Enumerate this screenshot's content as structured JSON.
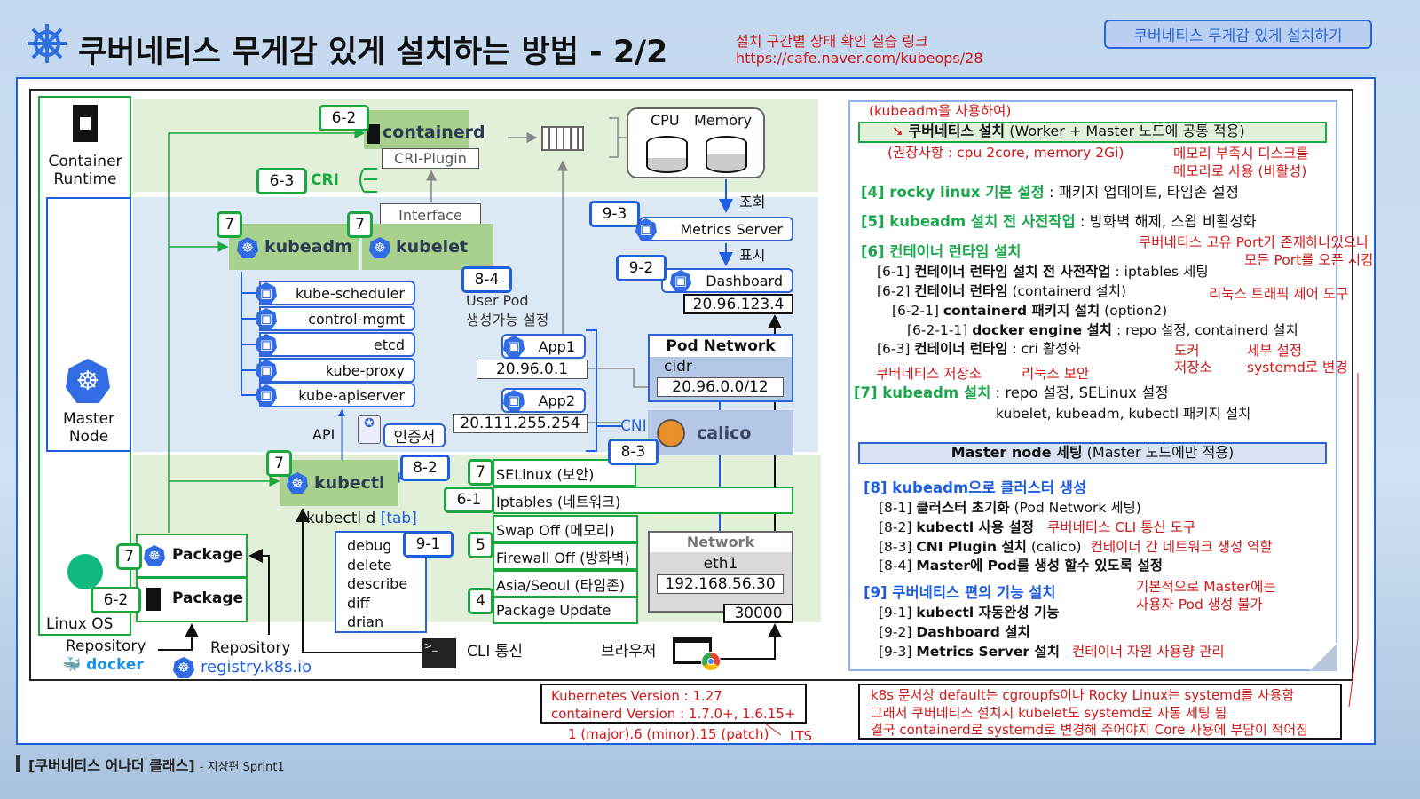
{
  "header": {
    "title": "쿠버네티스 무게감 있게 설치하는 방법 - 2/2",
    "link_label": "설치 구간별 상태 확인 실습 링크",
    "link_url": "https://cafe.naver.com/kubeops/28",
    "top_button": "쿠버네티스 무게감 있게 설치하기"
  },
  "left": {
    "container_runtime": "Container\nRuntime",
    "master_node": "Master\nNode",
    "linux_os": "Linux OS",
    "repo1": "Repository",
    "docker": "docker",
    "repo2": "Repository",
    "registry": "registry.k8s.io"
  },
  "badges": {
    "b62a": "6-2",
    "b63": "6-3",
    "b7a": "7",
    "b7b": "7",
    "b84": "8-4",
    "b93": "9-3",
    "b92": "9-2",
    "b82": "8-2",
    "b7c": "7",
    "b83": "8-3",
    "b7d": "7",
    "b61": "6-1",
    "b5": "5",
    "b4": "4",
    "b91": "9-1",
    "b7e": "7",
    "b62b": "6-2"
  },
  "diagram": {
    "containerd": "containerd",
    "cri_plugin": "CRI-Plugin",
    "cri": "CRI",
    "interface": "Interface",
    "kubeadm": "kubeadm",
    "kubelet": "kubelet",
    "components": [
      "kube-scheduler",
      "control-mgmt",
      "etcd",
      "kube-proxy",
      "kube-apiserver"
    ],
    "user_pod": "User Pod",
    "user_pod2": "생성가능 설정",
    "app1": "App1",
    "app1_ip": "20.96.0.1",
    "app2": "App2",
    "app2_ip": "20.111.255.254",
    "cni": "CNI",
    "cpu": "CPU",
    "memory": "Memory",
    "lookup": "조회",
    "metrics": "Metrics Server",
    "display": "표시",
    "dashboard": "Dashboard",
    "dashboard_ip": "20.96.123.4",
    "pod_network": "Pod Network",
    "cidr": "cidr",
    "cidr_value": "20.96.0.0/12",
    "calico": "calico",
    "api": "API",
    "cert": "인증서",
    "kubectl": "kubectl",
    "kubectl_cmd": "kubectl d",
    "tab": "[tab]",
    "cmds": [
      "debug",
      "delete",
      "describe",
      "diff",
      "drian"
    ],
    "rows": [
      "SELinux (보안)",
      "Iptables (네트워크)",
      "Swap Off (메모리)",
      "Firewall Off (방화벽)",
      "Asia/Seoul (타임존)",
      "Package Update"
    ],
    "network": "Network",
    "eth1": "eth1",
    "eth1_ip": "192.168.56.30",
    "port": "30000",
    "package": "Package",
    "cli": "CLI 통신",
    "browser": "브라우저"
  },
  "versions": {
    "k8s": "Kubernetes Version : 1.27",
    "containerd": "containerd Version : 1.7.0+, 1.6.15+",
    "semver": "1 (major).6 (minor).15 (patch)",
    "lts": "LTS"
  },
  "note": [
    "k8s 문서상 default는 cgroupfs이나 Rocky Linux는 systemd를 사용함",
    "그래서 쿠버네티스 설치시 kubelet도 systemd로 자동 세팅 됨",
    "결국 containerd로 systemd로 변경해 주어야지 Core 사용에 부담이 적어짐"
  ],
  "panel": {
    "using": "(kubeadm을 사용하여)",
    "install_b": "쿠버네티스 설치",
    "install_r": " (Worker + Master 노드에 공통 적용)",
    "recommend": "(권장사항 : cpu 2core, memory 2Gi)",
    "mem1": "메모리 부족시 디스크를",
    "mem2": "메모리로 사용 (비활성)",
    "s4h": "[4] rocky linux 기본 설정",
    "s4t": " : 패키지 업데이트, 타임존 설정",
    "s5h": "[5] kubeadm 설치 전 사전작업",
    "s5t": " : 방화벽 해제, 스왑 비활성화",
    "port1": "쿠버네티스 고유 Port가 존재하나있으나",
    "port2": "모든 Port를 오픈 시킴",
    "s6h": "[6] 컨테이너 런타임 설치",
    "s61a": "[6-1] ",
    "s61b": "컨테이너 런타임 설치 전 사전작업",
    "s61c": " : iptables 세팅",
    "s62a": "[6-2] ",
    "s62b": "컨테이너 런타임",
    "s62c": " (containerd 설치)",
    "traffic": "리눅스 트래픽 제어 도구",
    "s621a": "[6-2-1] ",
    "s621b": "containerd 패키지 설치",
    "s621c": " (option2)",
    "s6211a": "[6-2-1-1] ",
    "s6211b": "docker engine 설치",
    "s6211c": " : repo 설정, containerd 설치",
    "s63a": "[6-3] ",
    "s63b": "컨테이너 런타임",
    "s63c": " : cri 활성화",
    "docker1": "도커",
    "docker2": "저장소",
    "detail1": "세부 설정",
    "detail2": "systemd로 변경",
    "k8srepo": "쿠버네티스 저장소",
    "linuxsec": "리눅스 보안",
    "s7h": "[7] kubeadm 설치",
    "s7t": " : repo 설정, SELinux 설정",
    "s7t2": "kubelet, kubeadm, kubectl 패키지 설치",
    "master_b": "Master node 세팅",
    "master_r": " (Master 노드에만 적용)",
    "s8h": "[8] kubeadm으로 클러스터 생성",
    "s81a": "[8-1] ",
    "s81b": "클러스터 초기화",
    "s81c": " (Pod Network 세팅)",
    "s82a": "[8-2] ",
    "s82b": "kubectl 사용 설정",
    "s82r": "쿠버네티스 CLI 통신 도구",
    "s83a": "[8-3] ",
    "s83b": "CNI Plugin 설치",
    "s83c": " (calico)",
    "s83r": "컨테이너 간 네트워크 생성 역할",
    "s84a": "[8-4] ",
    "s84b": "Master에 Pod를 생성 할수 있도록 설정",
    "s9h": "[9] 쿠버네티스 편의 기능 설치",
    "m1": "기본적으로 Master에는",
    "m2": "사용자 Pod 생성 불가",
    "s91a": "[9-1] ",
    "s91b": "kubectl 자동완성 기능",
    "s92a": "[9-2] ",
    "s92b": "Dashboard 설치",
    "s93a": "[9-3] ",
    "s93b": "Metrics Server 설치",
    "s93r": "컨테이너 자원 사용량 관리"
  },
  "footer": {
    "title": "[쿠버네티스 어나더 클래스]",
    "sub": "- 지상편 Sprint1"
  },
  "colors": {
    "green": "#18a83e",
    "blue": "#1e5ee0",
    "red": "#d01818",
    "k8s": "#326ce5"
  }
}
